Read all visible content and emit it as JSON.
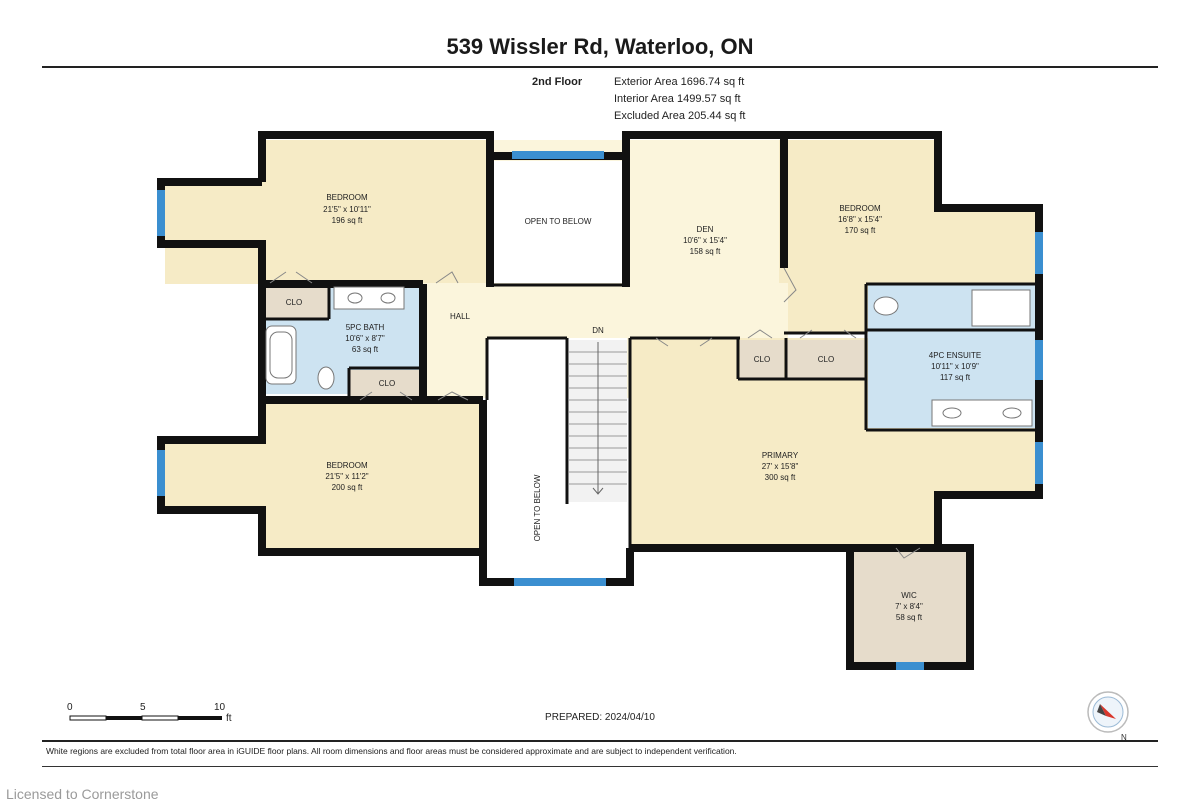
{
  "title": "539 Wissler Rd, Waterloo, ON",
  "floor": {
    "name": "2nd Floor",
    "exterior_area": "Exterior Area 1696.74 sq ft",
    "interior_area": "Interior Area 1499.57 sq ft",
    "excluded_area": "Excluded Area 205.44 sq ft"
  },
  "rooms": {
    "bedroom_nw": {
      "name": "BEDROOM",
      "dims": "21'5\" x 10'11\"",
      "area": "196 sq ft"
    },
    "open_to_below_top": {
      "name": "OPEN TO BELOW"
    },
    "den": {
      "name": "DEN",
      "dims": "10'6\" x 15'4\"",
      "area": "158 sq ft"
    },
    "bedroom_ne": {
      "name": "BEDROOM",
      "dims": "16'8\" x 15'4\"",
      "area": "170 sq ft"
    },
    "clo_nw": {
      "name": "CLO"
    },
    "bath": {
      "name": "5PC BATH",
      "dims": "10'6\" x 8'7\"",
      "area": "63 sq ft"
    },
    "hall": {
      "name": "HALL"
    },
    "dn": {
      "name": "DN"
    },
    "clo_hall": {
      "name": "CLO"
    },
    "clo_e1": {
      "name": "CLO"
    },
    "clo_e2": {
      "name": "CLO"
    },
    "ensuite": {
      "name": "4PC ENSUITE",
      "dims": "10'11\" x 10'9\"",
      "area": "117 sq ft"
    },
    "bedroom_sw": {
      "name": "BEDROOM",
      "dims": "21'5\" x 11'2\"",
      "area": "200 sq ft"
    },
    "open_to_below_stair": {
      "name": "OPEN TO BELOW"
    },
    "primary": {
      "name": "PRIMARY",
      "dims": "27' x 15'8\"",
      "area": "300 sq ft"
    },
    "wic": {
      "name": "WIC",
      "dims": "7' x 8'4\"",
      "area": "58 sq ft"
    }
  },
  "scale": {
    "t0": "0",
    "t5": "5",
    "t10": "10",
    "unit": "ft"
  },
  "compass": {
    "label": "N"
  },
  "prepared": "PREPARED: 2024/04/10",
  "disclaimer": "White regions are excluded from total floor area in iGUIDE floor plans. All room dimensions and floor areas must be considered approximate and are subject to independent verification.",
  "watermark": "Licensed to Cornerstone",
  "colors": {
    "room_fill": "#f6ebc6",
    "den_fill": "#fbf5dc",
    "bath_fill": "#cde3f1",
    "closet_fill": "#e6dccb",
    "wall": "#111111",
    "window": "#3b8fd0"
  }
}
